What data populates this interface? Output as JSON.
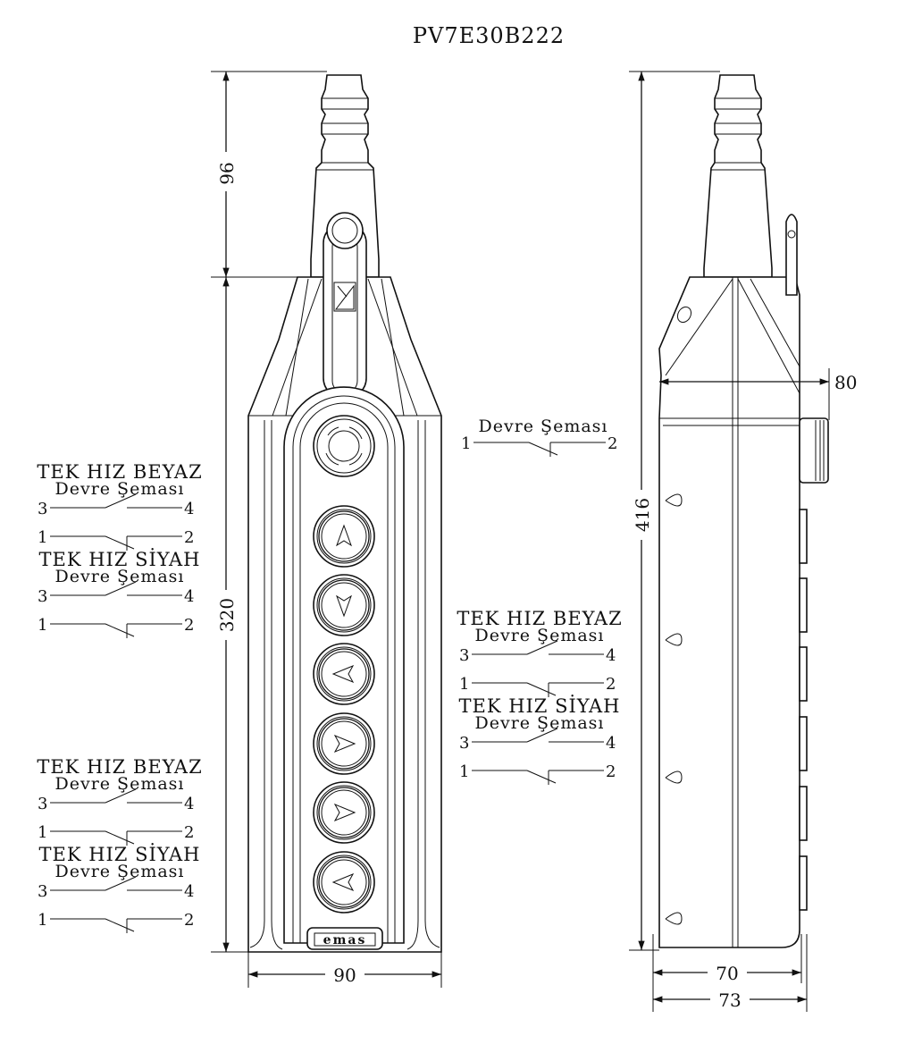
{
  "title": "PV7E30B222",
  "logo_text": "emas",
  "dimensions": {
    "gland_height": "96",
    "body_height": "320",
    "front_width": "90",
    "total_height": "416",
    "side_with_knob": "80",
    "side_depth": "70",
    "side_depth_total": "73"
  },
  "buttons": [
    {
      "type": "emergency-stop"
    },
    {
      "type": "arrow-up"
    },
    {
      "type": "arrow-down"
    },
    {
      "type": "arrow-left"
    },
    {
      "type": "arrow-right"
    },
    {
      "type": "arrow-right"
    },
    {
      "type": "arrow-left"
    }
  ],
  "circuits": {
    "left_top": [
      {
        "title": "TEK HIZ BEYAZ",
        "subtitle": "Devre Şeması",
        "contacts": [
          {
            "type": "NO",
            "left": "3",
            "right": "4"
          },
          {
            "type": "NC",
            "left": "1",
            "right": "2"
          }
        ]
      },
      {
        "title": "TEK HIZ SİYAH",
        "subtitle": "Devre Şeması",
        "contacts": [
          {
            "type": "NO",
            "left": "3",
            "right": "4"
          },
          {
            "type": "NC",
            "left": "1",
            "right": "2"
          }
        ]
      }
    ],
    "left_bottom": [
      {
        "title": "TEK HIZ BEYAZ",
        "subtitle": "Devre Şeması",
        "contacts": [
          {
            "type": "NO",
            "left": "3",
            "right": "4"
          },
          {
            "type": "NC",
            "left": "1",
            "right": "2"
          }
        ]
      },
      {
        "title": "TEK HIZ SİYAH",
        "subtitle": "Devre Şeması",
        "contacts": [
          {
            "type": "NO",
            "left": "3",
            "right": "4"
          },
          {
            "type": "NC",
            "left": "1",
            "right": "2"
          }
        ]
      }
    ],
    "right_single": {
      "subtitle": "Devre Şeması",
      "contacts": [
        {
          "type": "NC",
          "left": "1",
          "right": "2"
        }
      ]
    },
    "right_double": [
      {
        "title": "TEK HIZ BEYAZ",
        "subtitle": "Devre Şeması",
        "contacts": [
          {
            "type": "NO",
            "left": "3",
            "right": "4"
          },
          {
            "type": "NC",
            "left": "1",
            "right": "2"
          }
        ]
      },
      {
        "title": "TEK HIZ SİYAH",
        "subtitle": "Devre Şeması",
        "contacts": [
          {
            "type": "NO",
            "left": "3",
            "right": "4"
          },
          {
            "type": "NC",
            "left": "1",
            "right": "2"
          }
        ]
      }
    ]
  }
}
